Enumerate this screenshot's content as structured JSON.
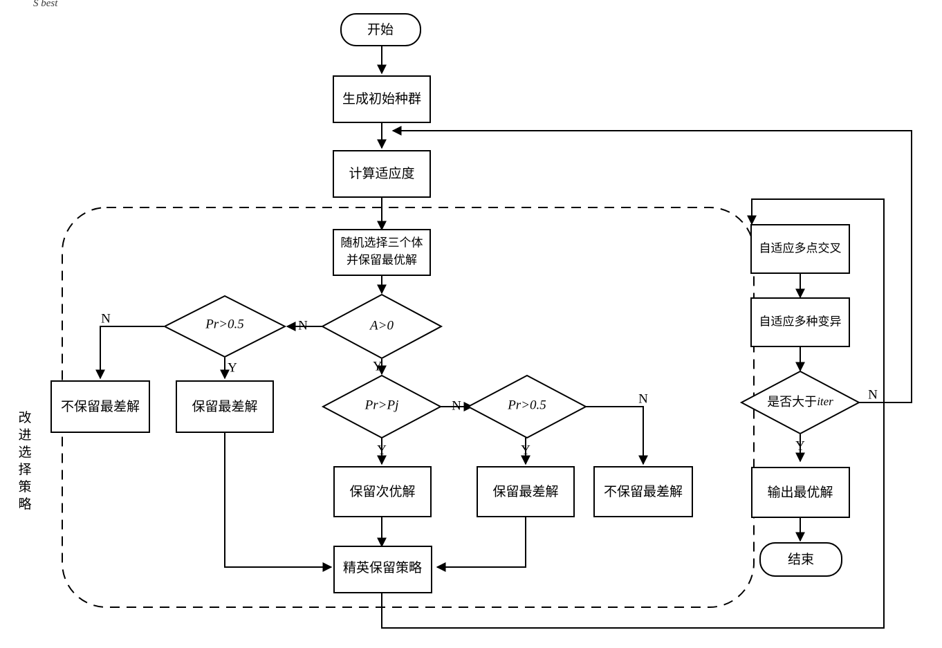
{
  "diagram": {
    "type": "flowchart",
    "title_fragment": "S best",
    "group_label": "改进选择策略",
    "nodes": [
      {
        "id": "start",
        "shape": "terminator",
        "label": "开始"
      },
      {
        "id": "init_pop",
        "shape": "process",
        "label": "生成初始种群"
      },
      {
        "id": "fitness",
        "shape": "process",
        "label": "计算适应度"
      },
      {
        "id": "select3",
        "shape": "process",
        "label_line1": "随机选择三个体",
        "label_line2": "并保留最优解"
      },
      {
        "id": "a_gt_0",
        "shape": "decision",
        "label": "A>0"
      },
      {
        "id": "pr_gt_05_l",
        "shape": "decision",
        "label": "Pr>0.5"
      },
      {
        "id": "no_keep_worst_l",
        "shape": "process",
        "label": "不保留最差解"
      },
      {
        "id": "keep_worst_l",
        "shape": "process",
        "label": "保留最差解"
      },
      {
        "id": "pr_gt_pj",
        "shape": "decision",
        "label": "Pr>Pj"
      },
      {
        "id": "pr_gt_05_r",
        "shape": "decision",
        "label": "Pr>0.5"
      },
      {
        "id": "keep_second",
        "shape": "process",
        "label": "保留次优解"
      },
      {
        "id": "keep_worst_m",
        "shape": "process",
        "label": "保留最差解"
      },
      {
        "id": "no_keep_worst_r",
        "shape": "process",
        "label": "不保留最差解"
      },
      {
        "id": "elite",
        "shape": "process",
        "label": "精英保留策略"
      },
      {
        "id": "crossover",
        "shape": "process",
        "label": "自适应多点交叉"
      },
      {
        "id": "mutation",
        "shape": "process",
        "label": "自适应多种变异"
      },
      {
        "id": "iter_check",
        "shape": "decision",
        "label": "是否大于iter",
        "label_plain": "是否大于",
        "label_italic": "iter"
      },
      {
        "id": "output_best",
        "shape": "process",
        "label": "输出最优解"
      },
      {
        "id": "end",
        "shape": "terminator",
        "label": "结束"
      }
    ],
    "edge_labels": {
      "a_gt_0_no": "N",
      "a_gt_0_yes": "Y",
      "pr_gt_05_l_no": "N",
      "pr_gt_05_l_yes": "Y",
      "pr_gt_pj_no": "N",
      "pr_gt_pj_yes": "Y",
      "pr_gt_05_r_no": "N",
      "pr_gt_05_r_yes": "Y",
      "iter_check_no": "N",
      "iter_check_yes": "Y"
    },
    "colors": {
      "stroke": "#000000",
      "fill": "#ffffff",
      "background": "#ffffff"
    }
  }
}
